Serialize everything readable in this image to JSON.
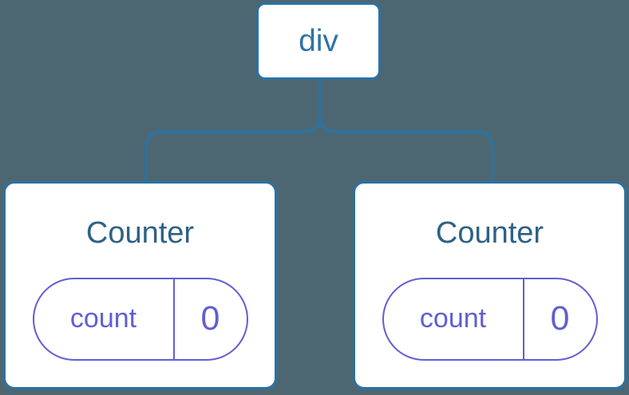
{
  "diagram": {
    "description": "Component tree diagram: a div element with two Counter component children, each holding a count state of 0",
    "root": {
      "label": "div"
    },
    "children": [
      {
        "title": "Counter",
        "state": {
          "key": "count",
          "value": "0"
        }
      },
      {
        "title": "Counter",
        "state": {
          "key": "count",
          "value": "0"
        }
      }
    ],
    "colors": {
      "background": "#4d6772",
      "node_border": "#2b72a2",
      "root_text": "#2f74a3",
      "component_title": "#2d6285",
      "state_accent": "#615ed3",
      "node_fill": "#ffffff"
    }
  }
}
